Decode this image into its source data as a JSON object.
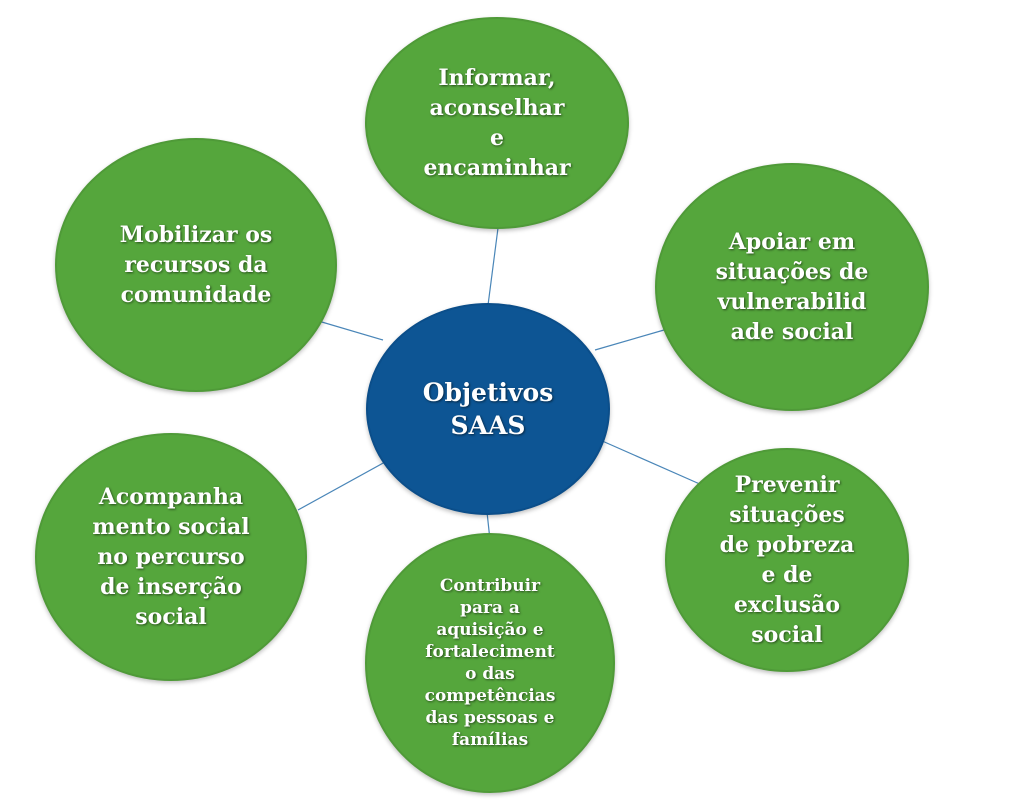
{
  "diagram": {
    "center": {
      "label": "Objetivos\nSAAS"
    },
    "nodes": [
      {
        "id": "informar",
        "label": "Informar,\naconselhar\ne\nencaminhar"
      },
      {
        "id": "apoiar",
        "label": "Apoiar em\nsituações de\nvulnerabilid\nade social"
      },
      {
        "id": "prevenir",
        "label": "Prevenir\nsituações\nde pobreza\ne de\nexclusão\nsocial"
      },
      {
        "id": "contribuir",
        "label": "Contribuir\npara a\naquisição e\nfortaleciment\no das\ncompetências\ndas pessoas e\nfamílias"
      },
      {
        "id": "acompanhamento",
        "label": "Acompanha\nmento social\nno percurso\nde inserção\nsocial"
      },
      {
        "id": "mobilizar",
        "label": "Mobilizar os\nrecursos da\ncomunidade"
      }
    ],
    "colors": {
      "outer_fill": "#55a63c",
      "center_fill": "#0d5594",
      "connector": "#4a86b8",
      "text": "#ffffff"
    }
  }
}
